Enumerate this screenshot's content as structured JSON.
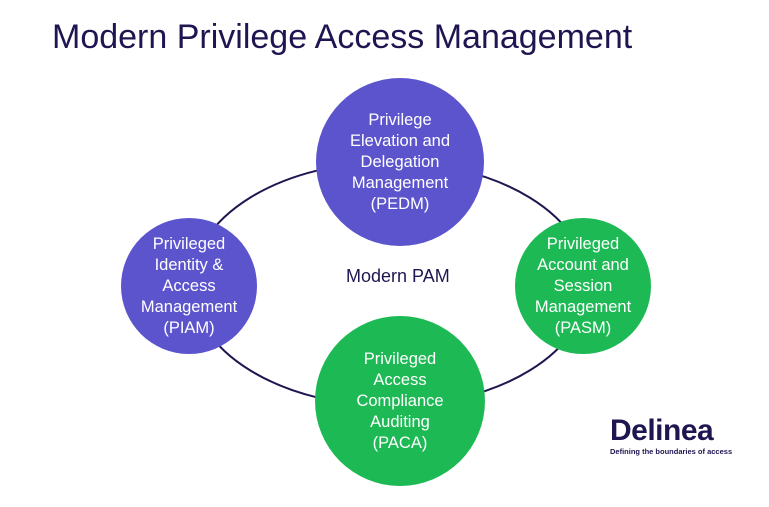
{
  "title": "Modern Privilege Access Management",
  "center_label": "Modern PAM",
  "nodes": {
    "pedm": "Privilege\nElevation and\nDelegation\nManagement\n(PEDM)",
    "piam": "Privileged\nIdentity &\nAccess\nManagement\n(PIAM)",
    "pasm": "Privileged\nAccount and\nSession\nManagement\n(PASM)",
    "paca": "Privileged\nAccess\nCompliance\nAuditing\n(PACA)"
  },
  "logo": {
    "name": "Delinea",
    "tagline": "Defining the boundaries of access"
  },
  "colors": {
    "purple": "#5c54cc",
    "green": "#1db954",
    "navy": "#1e1650"
  }
}
